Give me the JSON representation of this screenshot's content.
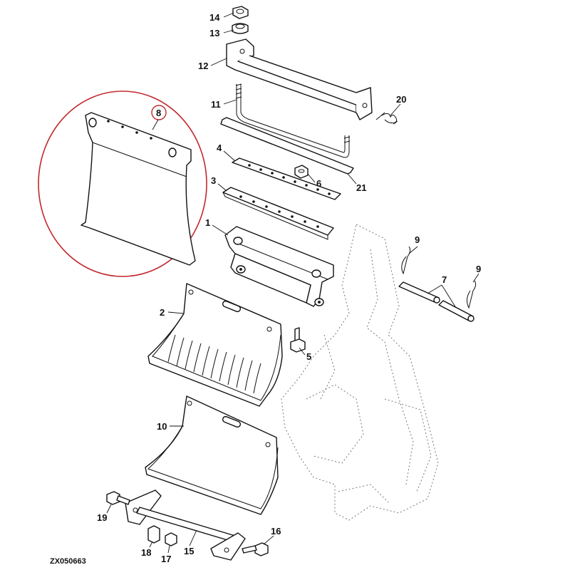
{
  "diagram": {
    "drawing_code": "ZX050663",
    "highlight_color": "#c0282d",
    "callouts": [
      {
        "id": "c14",
        "label": "14"
      },
      {
        "id": "c13",
        "label": "13"
      },
      {
        "id": "c12",
        "label": "12"
      },
      {
        "id": "c11",
        "label": "11"
      },
      {
        "id": "c20",
        "label": "20"
      },
      {
        "id": "c4",
        "label": "4"
      },
      {
        "id": "c6",
        "label": "6"
      },
      {
        "id": "c21",
        "label": "21"
      },
      {
        "id": "c3",
        "label": "3"
      },
      {
        "id": "c1",
        "label": "1"
      },
      {
        "id": "c9a",
        "label": "9"
      },
      {
        "id": "c9b",
        "label": "9"
      },
      {
        "id": "c7",
        "label": "7"
      },
      {
        "id": "c2",
        "label": "2"
      },
      {
        "id": "c5",
        "label": "5"
      },
      {
        "id": "c10",
        "label": "10"
      },
      {
        "id": "c19",
        "label": "19"
      },
      {
        "id": "c16",
        "label": "16"
      },
      {
        "id": "c18",
        "label": "18"
      },
      {
        "id": "c17",
        "label": "17"
      },
      {
        "id": "c15",
        "label": "15"
      },
      {
        "id": "c8",
        "label": "8"
      }
    ]
  }
}
